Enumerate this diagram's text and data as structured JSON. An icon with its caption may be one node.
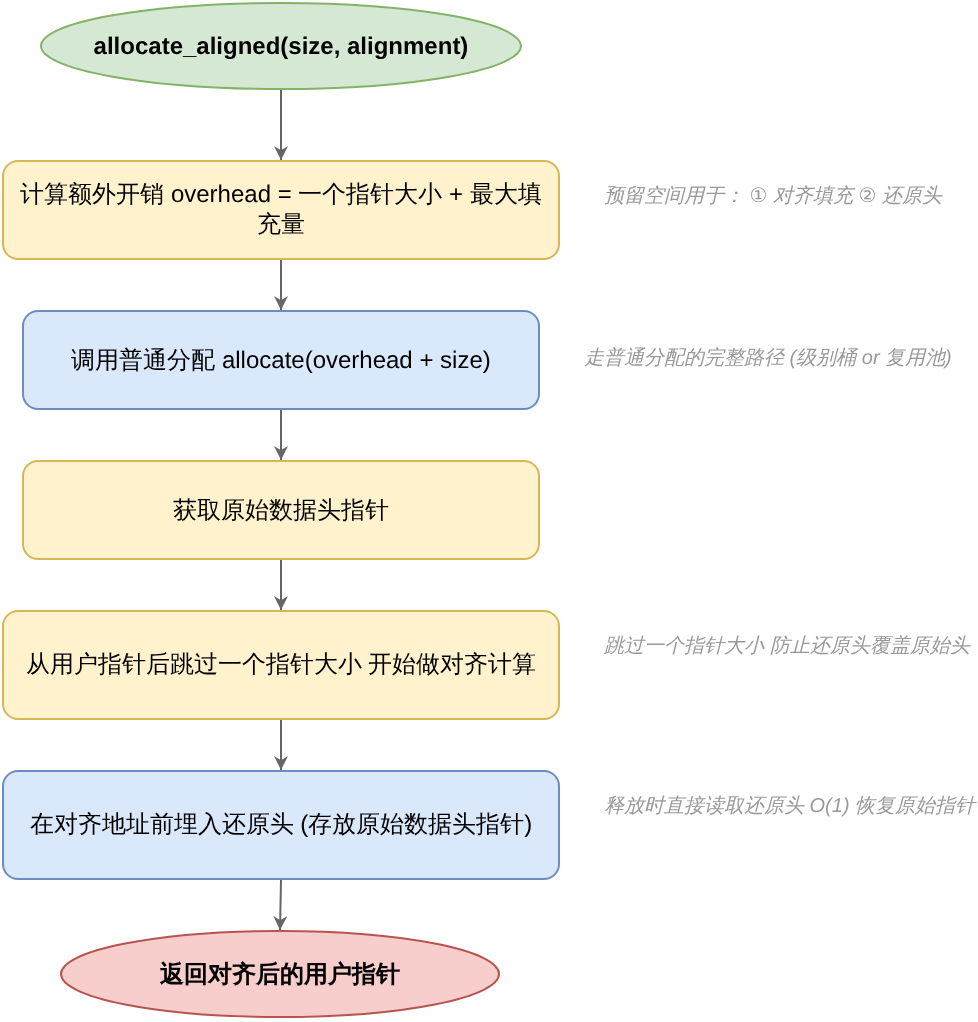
{
  "diagram": {
    "nodes": [
      {
        "text": [
          "allocate_aligned(size, alignment)"
        ]
      },
      {
        "text": [
          "计算额外开销 overhead = 一个指针大小 + 最大填充量"
        ],
        "beside": [
          "预留空间用于： ① 对齐填充 ② 还原头"
        ]
      },
      {
        "text": [
          "调用普通分配 allocate(overhead + size)"
        ],
        "beside": [
          "走普通分配的完整路径 (级别桶 or 复用池)"
        ]
      },
      {
        "text": [
          "获取原始数据头指针"
        ]
      },
      {
        "text": [
          "从用户指针后跳过一个指针大小 开始做对齐计算"
        ],
        "beside": [
          "跳过一个指针大小 防止还原头覆盖原始头"
        ]
      },
      {
        "text": [
          "在对齐地址前埋入还原头 (存放原始数据头指针)"
        ],
        "beside": [
          "释放时直接读取还原头 O(1) 恢复原始指针"
        ]
      },
      {
        "text": [
          "返回对齐后的用户指针"
        ]
      }
    ],
    "edges": [
      {
        "from": 0,
        "to": 1,
        "arrow": "to"
      },
      {
        "from": 1,
        "to": 2,
        "arrow": "to"
      },
      {
        "from": 2,
        "to": 3,
        "arrow": "to"
      },
      {
        "from": 3,
        "to": 4,
        "arrow": "to"
      },
      {
        "from": 4,
        "to": 5,
        "arrow": "to"
      },
      {
        "from": 5,
        "to": 6,
        "arrow": "to"
      }
    ]
  }
}
